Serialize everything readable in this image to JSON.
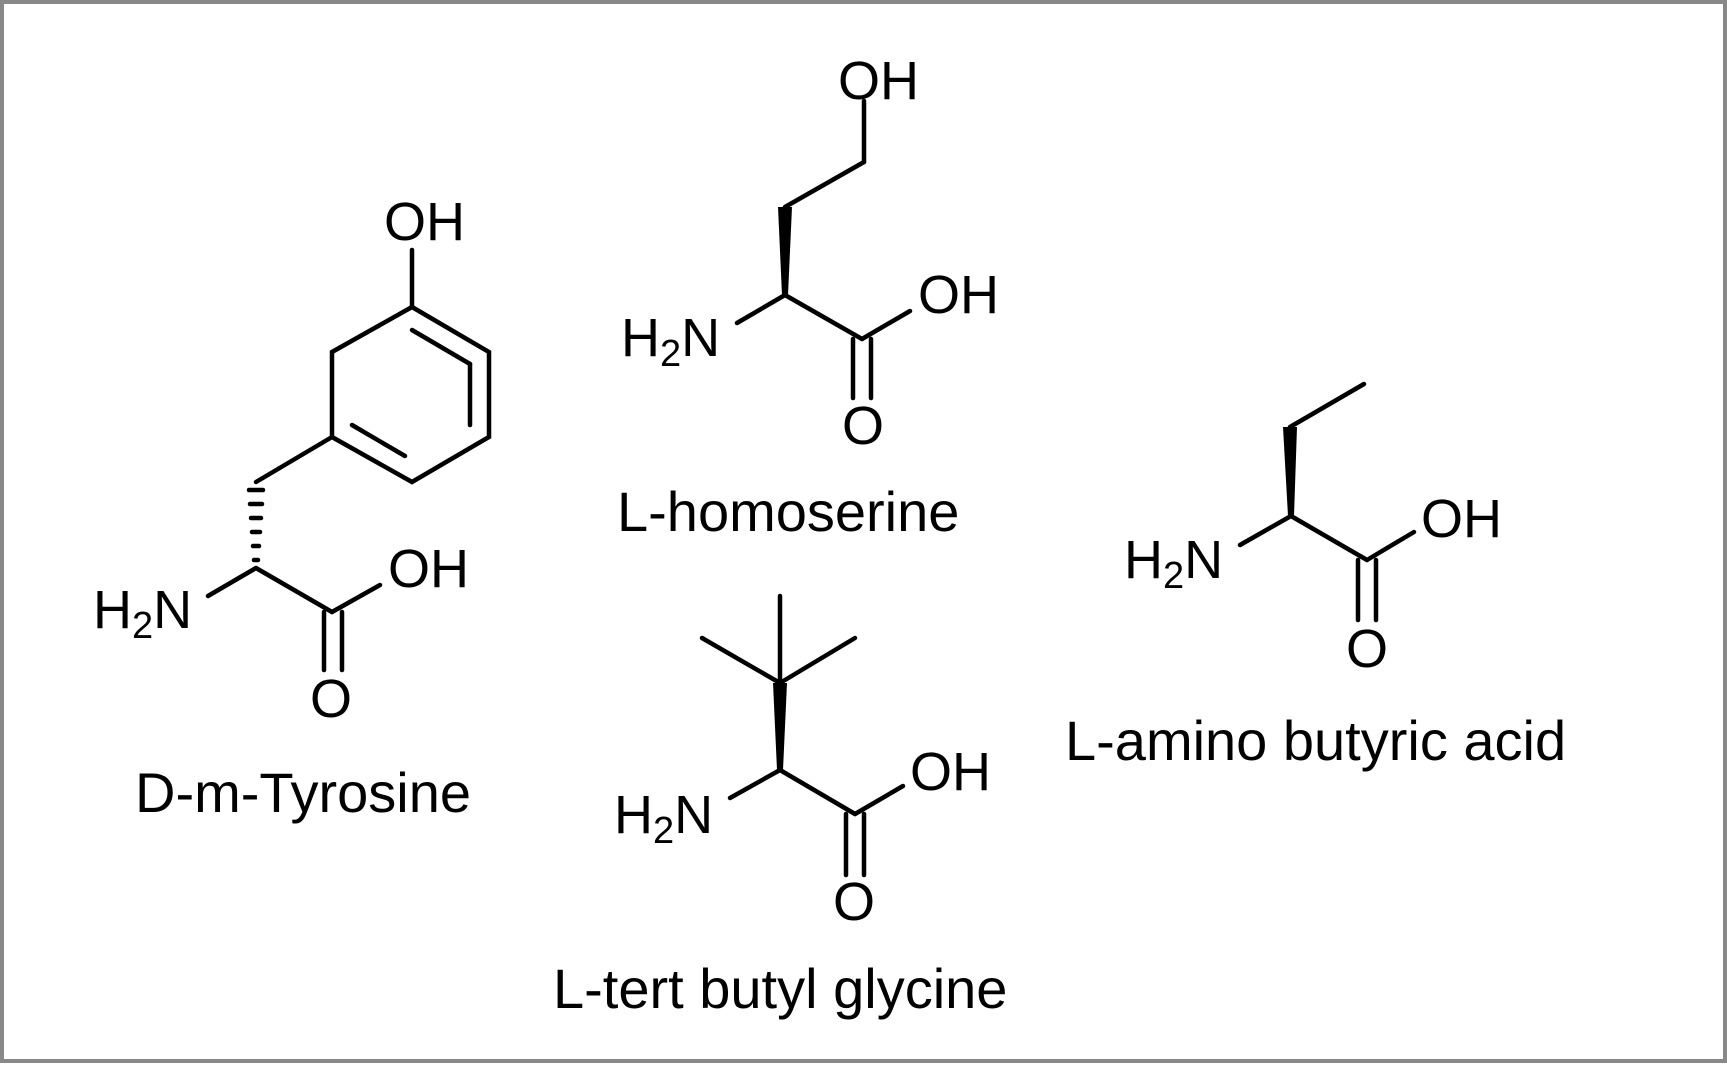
{
  "molecules": [
    {
      "name": "D-m-Tyrosine",
      "atoms": {
        "oh_ring": "OH",
        "amine": "H2N",
        "acid_oh": "OH",
        "carbonyl_o": "O"
      }
    },
    {
      "name": "L-homoserine",
      "atoms": {
        "oh_top": "OH",
        "amine": "H2N",
        "acid_oh": "OH",
        "carbonyl_o": "O"
      }
    },
    {
      "name": "L-amino butyric acid",
      "atoms": {
        "amine": "H2N",
        "acid_oh": "OH",
        "carbonyl_o": "O"
      }
    },
    {
      "name": "L-tert butyl glycine",
      "atoms": {
        "amine": "H2N",
        "acid_oh": "OH",
        "carbonyl_o": "O"
      }
    }
  ]
}
